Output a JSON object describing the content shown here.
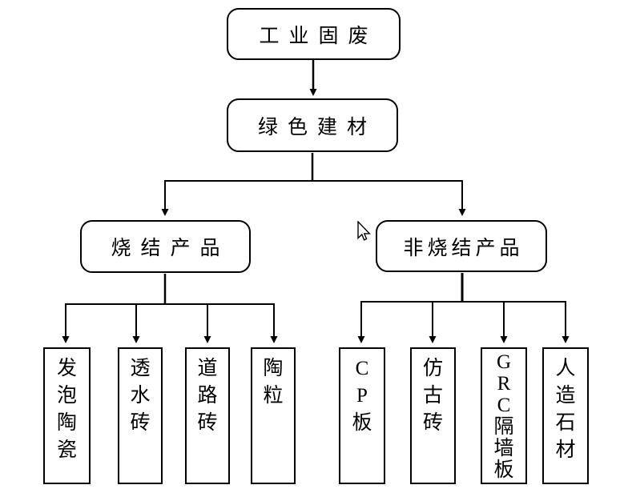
{
  "page": {
    "background": "#ffffff",
    "ink_color": "#000000"
  },
  "flowchart": {
    "root": {
      "label": "工业固废"
    },
    "level2": {
      "label": "绿色建材"
    },
    "branches": {
      "sintered": {
        "label": "烧结产品"
      },
      "non_sintered": {
        "label": "非烧结产品"
      }
    },
    "sintered_leaves": [
      {
        "label": "发泡陶瓷",
        "stacked": "发\n泡\n陶\n瓷"
      },
      {
        "label": "透水砖",
        "stacked": "透\n水\n砖"
      },
      {
        "label": "道路砖",
        "stacked": "道\n路\n砖"
      },
      {
        "label": "陶粒",
        "stacked": "陶\n粒"
      }
    ],
    "non_sintered_leaves": [
      {
        "label": "CP板",
        "stacked": "C\nP\n板"
      },
      {
        "label": "仿古砖",
        "stacked": "仿\n古\n砖"
      },
      {
        "label": "GRC隔墙板",
        "stacked": "G\nR\nC\n隔\n墙\n板"
      },
      {
        "label": "人造石材",
        "stacked": "人\n造\n石\n材"
      }
    ],
    "hierarchy": [
      {
        "parent": "工业固废",
        "children": [
          "绿色建材"
        ]
      },
      {
        "parent": "绿色建材",
        "children": [
          "烧结产品",
          "非烧结产品"
        ]
      },
      {
        "parent": "烧结产品",
        "children": [
          "发泡陶瓷",
          "透水砖",
          "道路砖",
          "陶粒"
        ]
      },
      {
        "parent": "非烧结产品",
        "children": [
          "CP板",
          "仿古砖",
          "GRC隔墙板",
          "人造石材"
        ]
      }
    ]
  },
  "cursor": {
    "icon": "mouse-pointer-icon"
  }
}
